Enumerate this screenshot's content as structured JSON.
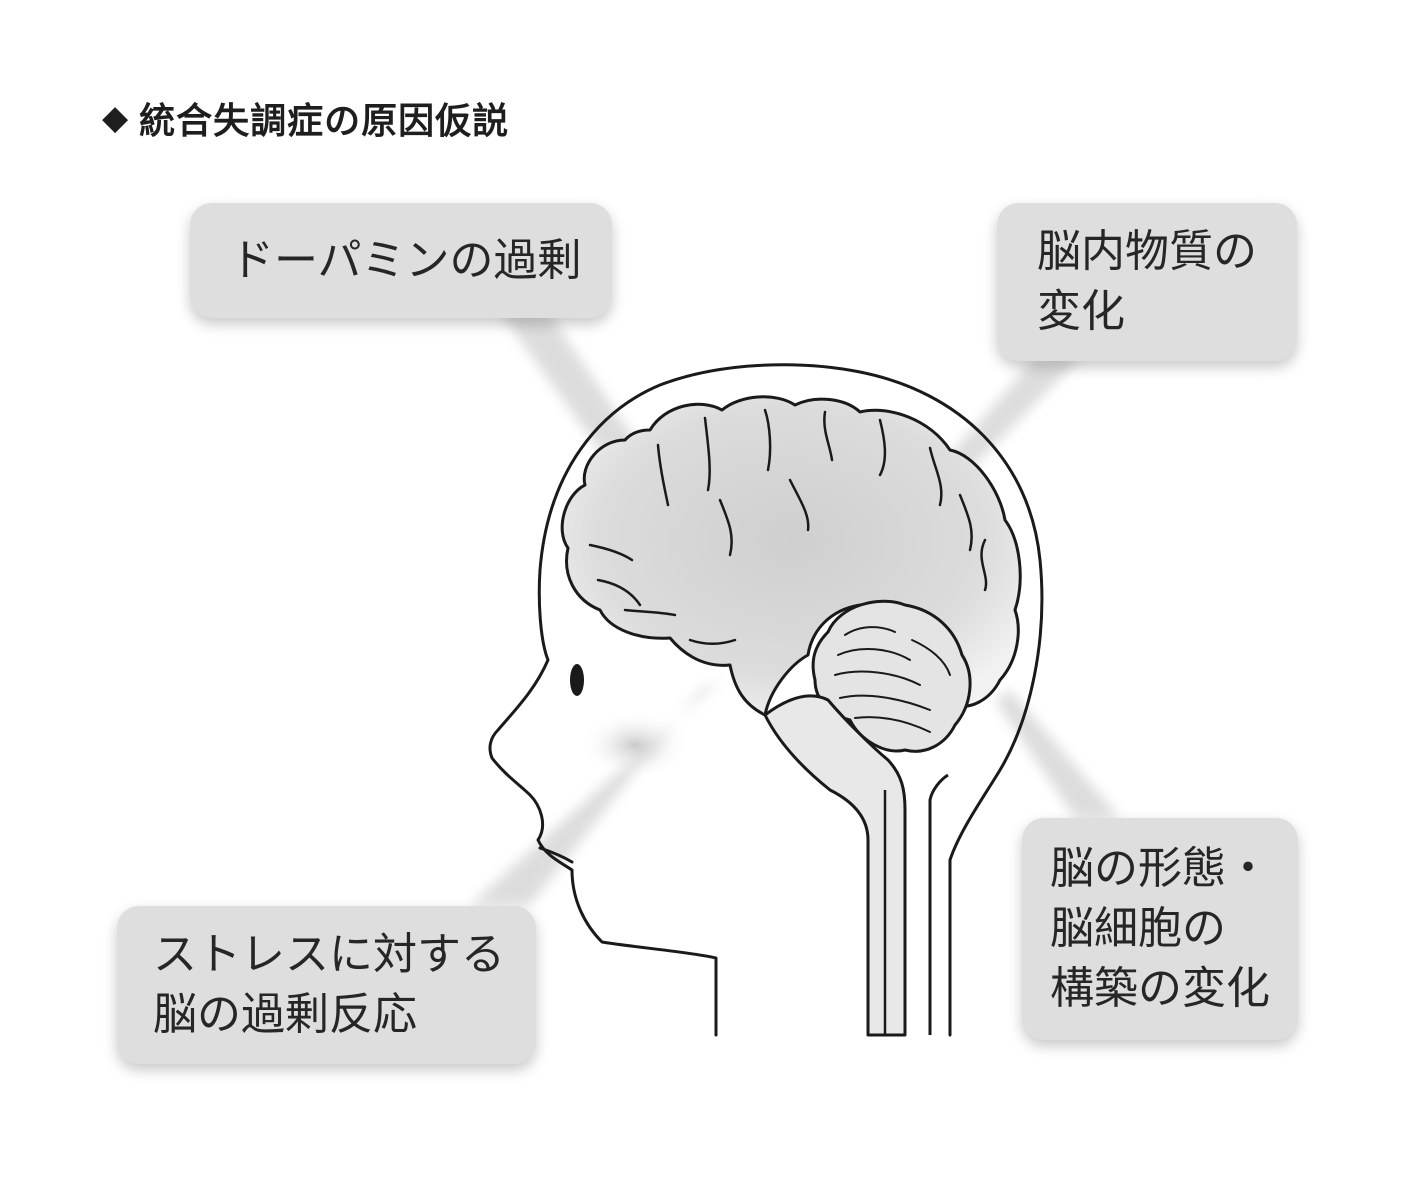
{
  "title": {
    "marker": "◆",
    "text": "統合失調症の原因仮説"
  },
  "hypotheses": [
    {
      "lines": [
        "ドーパミンの過剰"
      ]
    },
    {
      "lines": [
        "脳内物質の",
        "変化"
      ]
    },
    {
      "lines": [
        "ストレスに対する",
        "脳の過剰反応"
      ]
    },
    {
      "lines": [
        "脳の形態・",
        "脳細胞の",
        "構築の変化"
      ]
    }
  ],
  "colors": {
    "box_fill": "#dedede",
    "pointer_fill": "#d6d6d6",
    "brain_fill": "#d4d4d4",
    "outline": "#1a1a1a",
    "text": "#262626"
  }
}
